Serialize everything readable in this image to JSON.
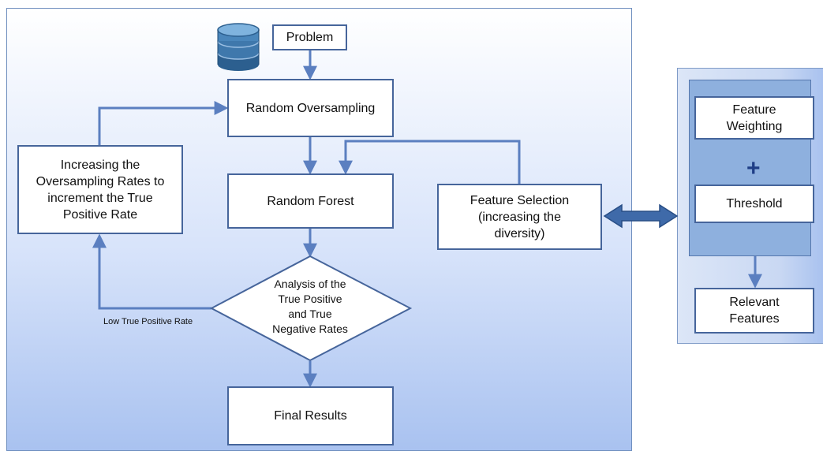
{
  "nodes": {
    "problem": "Problem",
    "random_oversampling": "Random Oversampling",
    "random_forest": "Random Forest",
    "increasing_rates": "Increasing the\nOversampling Rates to\nincrement the True\nPositive Rate",
    "analysis": "Analysis of the\nTrue Positive\nand True\nNegative Rates",
    "feature_selection": "Feature Selection\n(increasing the\ndiversity)",
    "final_results": "Final Results",
    "feature_weighting": "Feature\nWeighting",
    "threshold": "Threshold",
    "relevant_features": "Relevant\nFeatures"
  },
  "labels": {
    "low_tpr": "Low True Positive Rate",
    "plus_sign": "+"
  },
  "colors": {
    "arrow": "#5b7fc0",
    "box_border": "#46659b",
    "database": "#2c5f8f"
  },
  "icons": {
    "database": "database-icon",
    "double_arrow": "double-arrow-icon"
  }
}
